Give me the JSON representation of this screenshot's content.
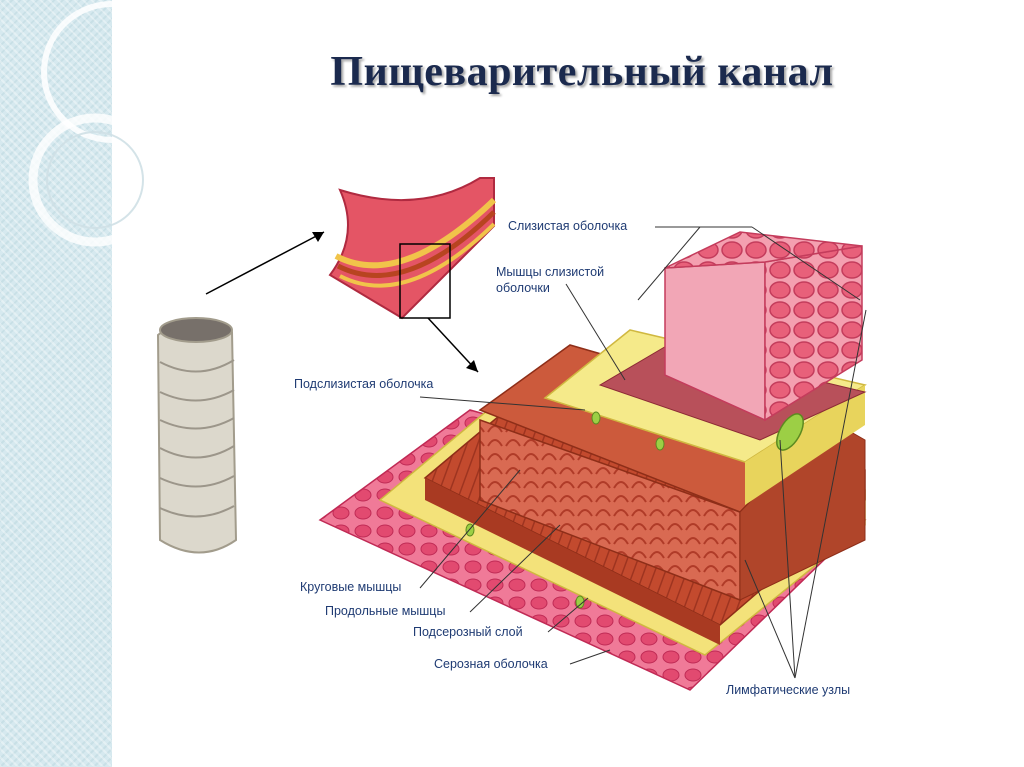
{
  "slide": {
    "title": "Пищеварительный канал"
  },
  "labels": {
    "mucosa": "Слизистая оболочка",
    "muscularis_mucosae_1": "Мышцы слизистой",
    "muscularis_mucosae_2": "оболочки",
    "submucosa": "Подслизистая оболочка",
    "circular_muscle": "Круговые мышцы",
    "longitudinal_muscle": "Продольные мышцы",
    "subserosa": "Подсерозный слой",
    "serosa": "Серозная оболочка",
    "lymph_nodes": "Лимфатические узлы"
  },
  "colors": {
    "title": "#1b2a4e",
    "label_text": "#1f3b73",
    "band": "#d6e9ef",
    "tissue_red": "#c8452e",
    "mucosa_pink": "#e8607a",
    "fat_yellow": "#f3e27a",
    "serosa_pink": "#e83e6c"
  }
}
